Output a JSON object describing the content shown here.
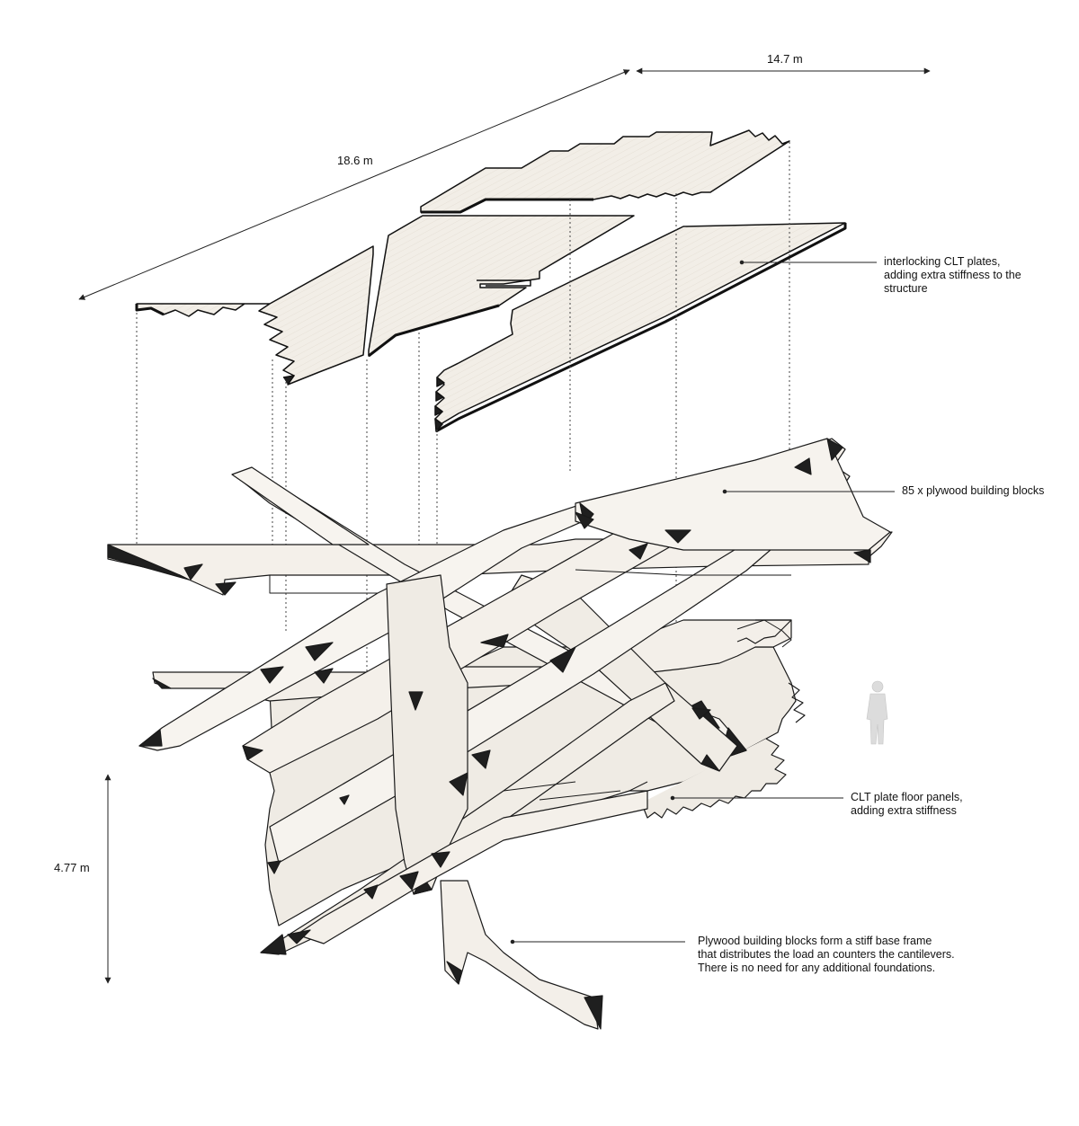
{
  "dimensions": {
    "length": "18.6 m",
    "width": "14.7 m",
    "height": "4.77 m"
  },
  "annotations": {
    "clt_plates": [
      "interlocking CLT plates,",
      "adding extra stiffness to the",
      "structure"
    ],
    "plywood_blocks": [
      "85 x plywood building blocks"
    ],
    "floor_panels": [
      "CLT plate floor panels,",
      "adding extra stiffness"
    ],
    "base_frame": [
      "Plywood building blocks form a stiff base frame",
      "that distributes the load an counters the cantilevers.",
      "There is no need for any additional foundations."
    ]
  },
  "colors": {
    "wood": "#f1ede6",
    "wood_shade": "#e2ddd4",
    "edge": "#1a1a1a",
    "end_grain": "#1f1f1f",
    "line": "#333333",
    "figure": "#dedede"
  }
}
